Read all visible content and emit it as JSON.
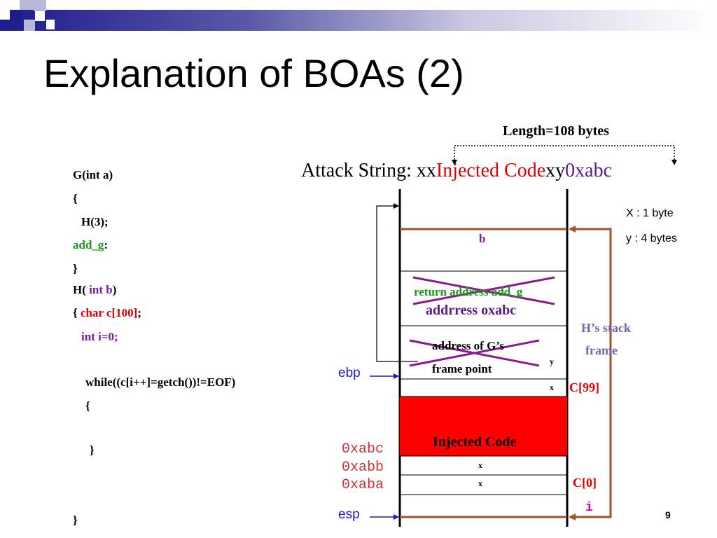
{
  "title": "Explanation of BOAs (2)",
  "length_label": "Length=108 bytes",
  "attack": {
    "prefix": "Attack String:  ",
    "xx": "xx",
    "injected": "Injected Code",
    "xy": "xy",
    "addr": "0xabc"
  },
  "code": {
    "l1": "G(int a)",
    "l2": "{",
    "l3": "H(3);",
    "l4a": "add_g",
    "l4b": ":",
    "l5": "}",
    "l6a": "H( ",
    "l6b": "int b",
    "l6c": ")",
    "l7a": "{ ",
    "l7b": "char c[100]",
    "l7c": ";",
    "l8": "int i=0;",
    "l9": "while((c[i++]=getch())!=EOF)",
    "l10": "{",
    "l11": "}",
    "l12": "}"
  },
  "legend": {
    "x": "X : 1 byte",
    "y": "y : 4 bytes"
  },
  "stack": {
    "b": "b",
    "ret_old": "return address add_g",
    "ret_new": "addrress  oxabc",
    "gframe_l1": "address of G’s",
    "gframe_l2": "frame   point",
    "y": "y",
    "x1": "x",
    "injected": "Injected Code",
    "x2": "x",
    "x3": "x"
  },
  "labels": {
    "hstack1": "H’s stack",
    "hstack2": "frame",
    "c99": "C[99]",
    "c0": "C[0]",
    "i": "i",
    "ebp": "ebp",
    "esp": "esp",
    "a1": "0xabc",
    "a2": "0xabb",
    "a3": "0xaba"
  },
  "page_number": "9",
  "colors": {
    "brown": "#a0522d",
    "injected_fill": "#ff0000",
    "cross": "#8b1a8b",
    "corner_blue": "#1c1c8c"
  }
}
